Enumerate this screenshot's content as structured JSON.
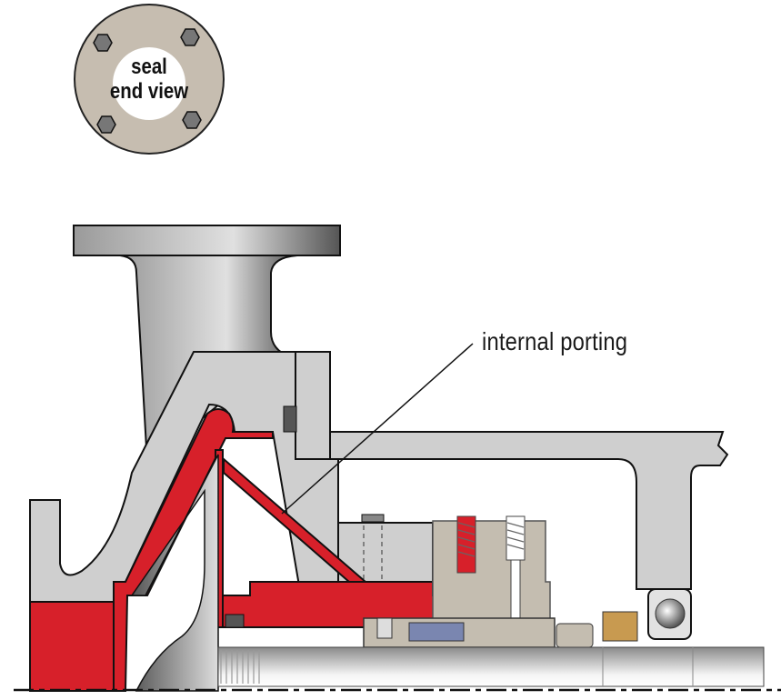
{
  "labels": {
    "seal_end_view_line1": "seal",
    "seal_end_view_line2": "end view",
    "internal_porting": "internal porting"
  },
  "colors": {
    "red": "#d7202a",
    "casing_gray": "#cfcfcf",
    "seal_beige": "#c4bdb0",
    "bronze": "#c89a50",
    "blue_part": "#7a86b0"
  }
}
